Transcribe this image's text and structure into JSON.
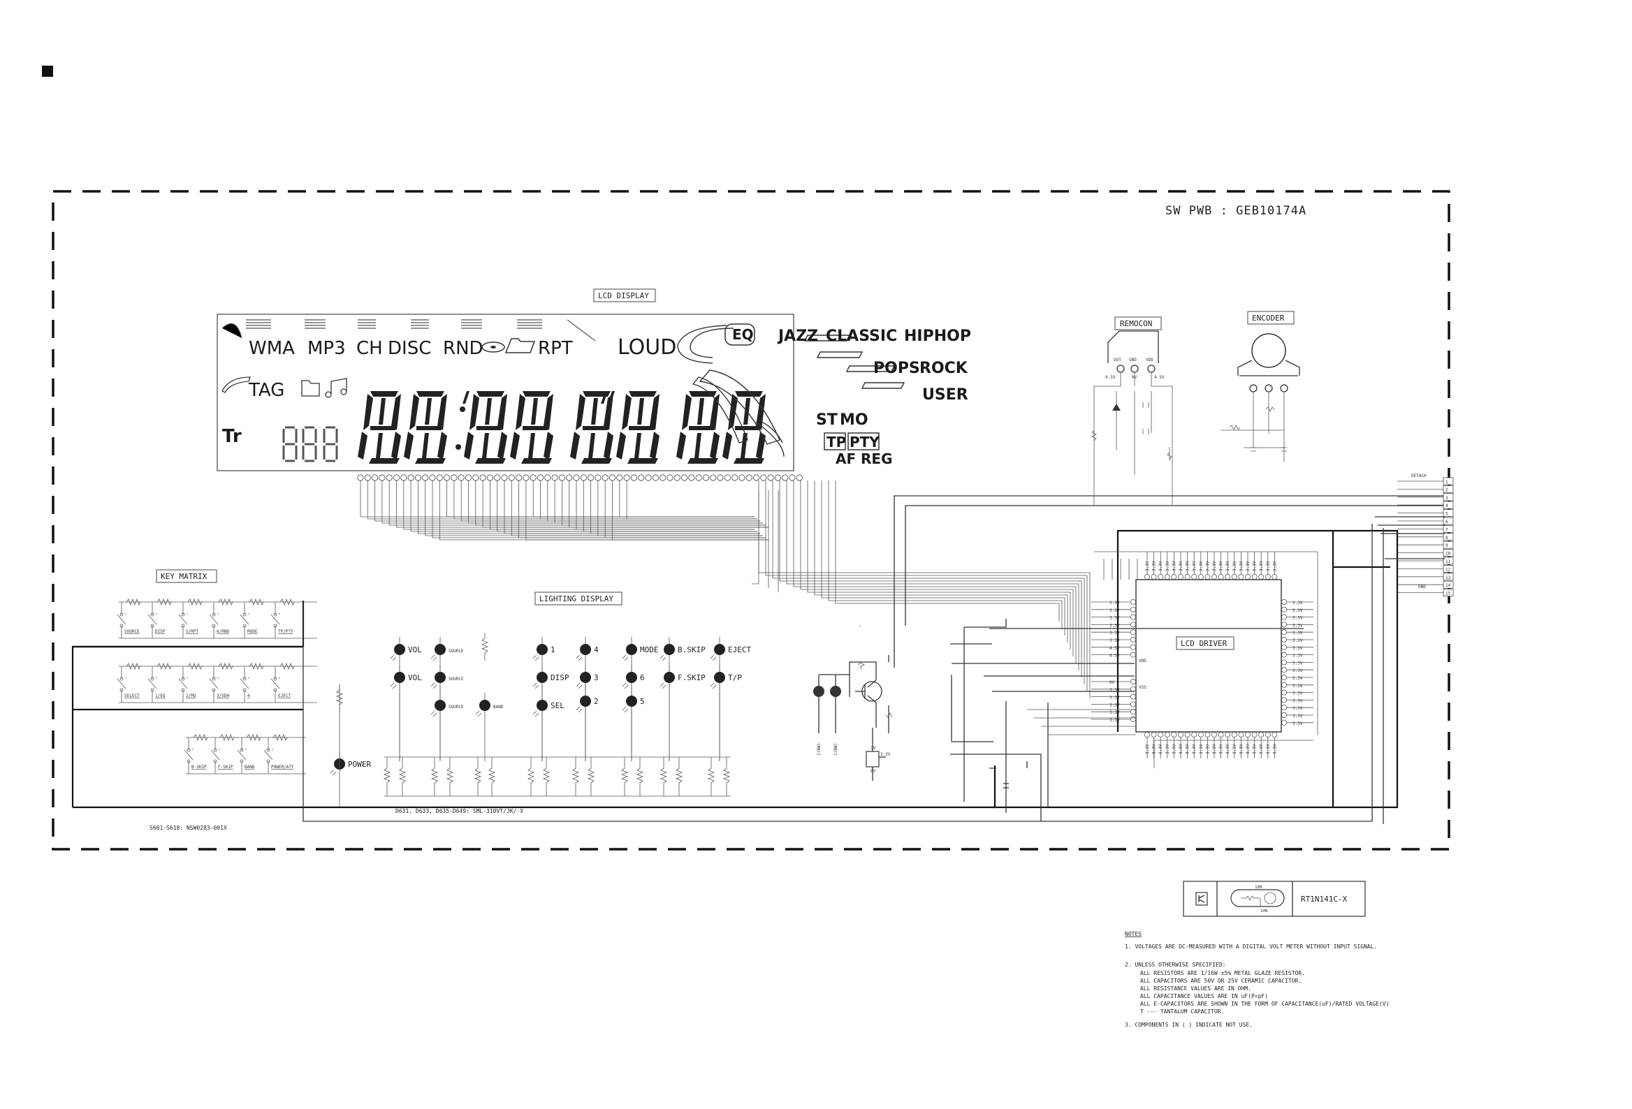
{
  "board_label": "SW PWB : GEB10174A",
  "sections": {
    "lcd_display": "LCD DISPLAY",
    "remocon": "REMOCON",
    "encoder": "ENCODER",
    "key_matrix": "KEY MATRIX",
    "lighting_display": "LIGHTING DISPLAY",
    "lcd_driver": "LCD DRIVER"
  },
  "lcd": {
    "wma": "WMA",
    "mp3": "MP3",
    "ch": "CH",
    "disc": "DISC",
    "rnd": "RND",
    "rpt": "RPT",
    "loud": "LOUD",
    "tag": "TAG",
    "tr": "Tr",
    "eq": "EQ",
    "jazz": "JAZZ",
    "classic": "CLASSIC",
    "hiphop": "HIPHOP",
    "pops": "POPS",
    "rock": "ROCK",
    "user": "USER",
    "st": "ST",
    "mo": "MO",
    "tp": "TP",
    "pty": "PTY",
    "af": "AF",
    "reg": "REG"
  },
  "remocon_pins": {
    "out": "OUT",
    "gnd": "GND",
    "vdd": "VDD",
    "v_left": "4.5V",
    "v_mid": "0V",
    "v_right": "4.5V"
  },
  "keys_row1": [
    "SOURCE",
    "DISP",
    "S/RPT",
    "6/RND",
    "MODE",
    "TP/PTY"
  ],
  "keys_row2": [
    "SELECT",
    "1/EQ",
    "2/MO",
    "3/SDH",
    "4",
    "EJECT"
  ],
  "keys_row3": [
    "B-SKIP",
    "F-SKIP",
    "BAND",
    "POWER/ATT"
  ],
  "led_labels": {
    "vol1": "VOL",
    "vol2": "VOL",
    "source1": "SOURCE",
    "source2": "SOURCE",
    "source3": "SOURCE",
    "band": "BAND",
    "n1": "1",
    "n4": "4",
    "disp": "DISP",
    "n3": "3",
    "sel": "SEL",
    "n2": "2",
    "mode": "MODE",
    "bskip": "B.SKIP",
    "eject": "EJECT",
    "n6": "6",
    "fskip": "F.SKIP",
    "tp": "T/P",
    "n5": "5",
    "power": "POWER"
  },
  "part_notes": {
    "leds": "D631, D633, D635-D649: SML-310VT/JK/-X",
    "switches": "S601-S618: NSW0283-001X"
  },
  "connector": {
    "pins": [
      "1",
      "2",
      "3",
      "4",
      "5",
      "6",
      "7",
      "8",
      "9",
      "10",
      "11",
      "12",
      "13",
      "14",
      "15"
    ],
    "detach": "DETACH",
    "gnd": "GND"
  },
  "driver_pins": {
    "left_top": [
      "3.3V",
      "3.3V",
      "3.3V",
      "3.3V",
      "3.3V",
      "3.3V",
      "4.5V",
      "4.5V"
    ],
    "left_vdd": "VDD",
    "left_bottom": [
      "0V",
      "3.3V",
      "3.3V",
      "3.3V",
      "3.3V",
      "3.3V"
    ],
    "left_vss": "VSS",
    "right": [
      "3.3V",
      "3.3V",
      "3.3V",
      "3.3V",
      "3.3V",
      "3.3V",
      "3.3V",
      "3.3V",
      "3.3V",
      "3.3V",
      "3.3V",
      "3.3V",
      "3.3V",
      "3.3V",
      "3.3V",
      "3.3V",
      "3.3V"
    ],
    "top": "3.3V",
    "bottom": "3.3V"
  },
  "regulator": {
    "in": "3V",
    "out": "3.3V",
    "gnd": "0V",
    "res1": "1(BW)",
    "res2": "1(BW)"
  },
  "legend": {
    "part": "RT1N141C-X",
    "r1": "10K",
    "r2": "10K"
  },
  "notes": {
    "title": "NOTES",
    "n1": "1. VOLTAGES ARE DC-MEASURED WITH A DIGITAL VOLT METER WITHOUT INPUT SIGNAL.",
    "n2": "2. UNLESS OTHERWISE SPECIFIED:",
    "n2a": "ALL RESISTORS ARE 1/16W ±5% METAL GLAZE RESISTOR.",
    "n2b": "ALL CAPACITORS ARE 50V OR 25V CERAMIC CAPACITOR.",
    "n2c": "ALL RESISTANCE VALUES ARE IN OHM.",
    "n2d": "ALL CAPACITANCE VALUES ARE IN uF(P=pF)",
    "n2e": "ALL E-CAPACITORS ARE SHOWN IN THE FORM OF CAPACITANCE(uF)/RATED VOLTAGE(V)",
    "n2f": "T --- TANTALUM CAPACITOR.",
    "n3": "3. COMPONENTS IN (  ) INDICATE NOT USE."
  }
}
